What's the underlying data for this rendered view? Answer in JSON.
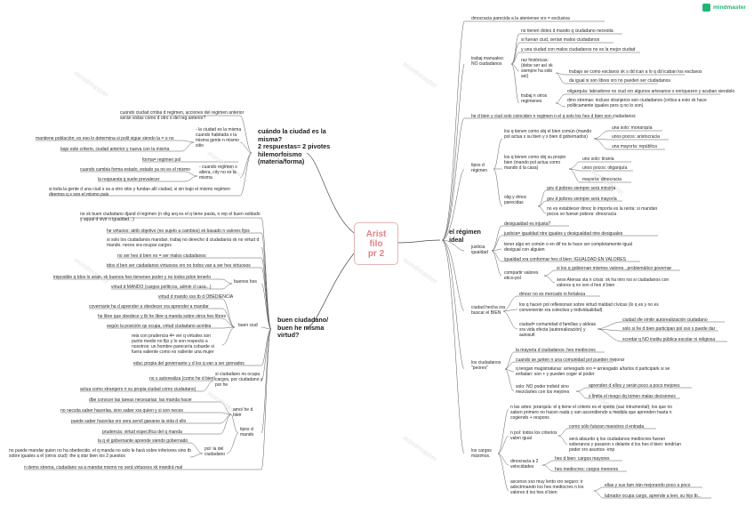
{
  "brand": {
    "name": "mindmaster",
    "icon": "mindmaster-logo-icon",
    "color": "#21b573"
  },
  "center": {
    "lines": [
      "Arist",
      "filo",
      "pr 2"
    ],
    "color": "#e08286"
  },
  "topics": {
    "right": "el régimen ideal",
    "q1": [
      "cuándo la ciudad es la misma?",
      "2 respuestas= 2 pivotes",
      "hilemorfoismo",
      "(materia/forma)"
    ],
    "q2": [
      "buen ciudadano/",
      "buen he misma",
      "virtud?"
    ]
  },
  "nodes": [
    {
      "id": "r1",
      "t": "dmocracia parecida a la ateniense xro = exclusiva"
    },
    {
      "id": "r2",
      "t": "no tienen dotes d mando q ciudadano necesita"
    },
    {
      "id": "r3",
      "t": "si fueran ciud, serían malos ciudadanos"
    },
    {
      "id": "r4",
      "t": "y una ciudad con malos ciudadanos no es la mejor ciudad"
    },
    {
      "id": "r5",
      "t": "trabaj manuales: NO ciudadanos"
    },
    {
      "id": "r6",
      "t": "raz históricas: (debe ser así xk siempre ha sido así)"
    },
    {
      "id": "r7",
      "t": "trabajo se como esclavos xk s dd ican a lo q dd icaban los esclavos"
    },
    {
      "id": "r8",
      "t": "da igual si son libres xro no pueden ser ciudadanos"
    },
    {
      "id": "r9",
      "t": "trabaj n otros regimenes"
    },
    {
      "id": "r10",
      "t": "oligarquía: labradores no ciud xro algunos artesanos s enriquezen y acaban siendolo"
    },
    {
      "id": "r11",
      "t": "dmo xtremas: incluso xtranjeros son ciudadanos (critica a esto xk hace politicamente iguales pers q no lo son)"
    },
    {
      "id": "r12",
      "t": "he d bien y ciud solo coinciden n regimen n el q solo los hes d bien son ciudadanos"
    },
    {
      "id": "r13",
      "t": "una solo: monarquía"
    },
    {
      "id": "r14",
      "t": "unos pocos: aristocracia"
    },
    {
      "id": "r15",
      "t": "los q tienen como obj el bien común (mando pol actua x su bien y x bien d gobernados)"
    },
    {
      "id": "r16",
      "t": "una mayoría: república"
    },
    {
      "id": "r17",
      "t": "uno solo: tiranía"
    },
    {
      "id": "r18",
      "t": "unos pocos: oligarquía"
    },
    {
      "id": "r19",
      "t": "los q tienen como obj su propio bien (mando pol actua como mando d la casa)"
    },
    {
      "id": "r20",
      "t": "mayoría: dmocracia"
    },
    {
      "id": "r21",
      "t": "tipos d régimen"
    },
    {
      "id": "r22",
      "t": "gov d pobres siempre será minoría"
    },
    {
      "id": "r23",
      "t": "olig y dmoc parecidas"
    },
    {
      "id": "r24",
      "t": "gov d pobres siempre será mayoría"
    },
    {
      "id": "r25",
      "t": "no es establecer dmoc lo importa es la renta: si mandan pocos xo fueran pobres: dmocracia"
    },
    {
      "id": "r26",
      "t": "desigualdad es injusta?"
    },
    {
      "id": "r27",
      "t": "justicia= igualdad ntre iguales y desigualdad ntre desiguales"
    },
    {
      "id": "r28",
      "t": "justicia igualdad"
    },
    {
      "id": "r29",
      "t": "tener algo en común o en dif no te hace ser completamente igual desigual con alguien"
    },
    {
      "id": "r30",
      "t": "igualdad xra conformar hes d bien: IGUALDAD EN VALORES"
    },
    {
      "id": "r31",
      "t": "compartir valores etico-pol"
    },
    {
      "id": "r32",
      "t": "si los q gobiernan mismos valores...problemático governar"
    },
    {
      "id": "r33",
      "t": "xeso Atenas sta n crisis: xk ha ntro nsi si ciudadanos con valores q no son d hes d bien"
    },
    {
      "id": "r34",
      "t": "dmocr no es mercado ni fortaleza"
    },
    {
      "id": "r35",
      "t": "los q hacen pol reflexionan sobre virtud maldad cívicas (lo q es y no es conveniente xra colectiva y individualidad)"
    },
    {
      "id": "r36",
      "t": "ciudad hecha xra buscar el BIEN"
    },
    {
      "id": "r37",
      "t": "ciudad sfe xmitir autorealización ciudadano"
    },
    {
      "id": "r38",
      "t": "ciudad= comunidad d familias y aldeas xra vida xfecta (autorealización) y autosufi"
    },
    {
      "id": "r39",
      "t": "solo si he d bien participan pol xso s puede dar"
    },
    {
      "id": "r40",
      "t": "xcordar q NO institu pública escolar ni religiosa"
    },
    {
      "id": "r41",
      "t": "la mayoría d ciudadanos: hes mediocres"
    },
    {
      "id": "r42",
      "t": "cuando se junten n una comunidad pol pueden mejorar"
    },
    {
      "id": "r43",
      "t": "q tengan magistraturas: arriesgado xro = arriesgado a/tarlos d participárk si se enfadan: son + y pueden coger el poder"
    },
    {
      "id": "r44",
      "t": "los ciudadanos \"peores\""
    },
    {
      "id": "r45",
      "t": "aprenden d ellos y serán poco a poco mejores"
    },
    {
      "id": "r46",
      "t": "solo: NO poder individ sino mezclarles con los mejores"
    },
    {
      "id": "r47",
      "t": "s limita el riesgo dq tomen malas decisiones"
    },
    {
      "id": "r48",
      "t": "n las artes: jerarquía: el q tiene el criterio es el xperto (saz intrumental); los que no saben primero no hacen nada y van ascendiendo a medida que aprenden hasta n cogiendo + respons"
    },
    {
      "id": "r49",
      "t": "como sólo futuran maestros d entrada"
    },
    {
      "id": "r50",
      "t": "n pol: todos los criterios valen igual"
    },
    {
      "id": "r51",
      "t": "será absurdo q los ciudadanos mediocres fueran soberanos y pasaron x delante d los hes d bien: tendrían poder xro asuntos -imp"
    },
    {
      "id": "r52",
      "t": "los cargos máximos."
    },
    {
      "id": "r53",
      "t": "hes d bien: cargos mayores"
    },
    {
      "id": "r54",
      "t": "dmocracia a 2 velocidades"
    },
    {
      "id": "r55",
      "t": "hes mediocres: cargos menores"
    },
    {
      "id": "r56",
      "t": "ascenso xso muy lento xro seguro: ir adoctrinando los hes mediocres n los valores d los hes d bien"
    },
    {
      "id": "r57",
      "t": "ellas y sus fam irán mejorando poco a poco"
    },
    {
      "id": "r58",
      "t": "labrador ocupa cargo, aprende a leer, su hijo tb..."
    },
    {
      "id": "l1",
      "t": "cuándo ciudad cmbia d regimen, acciones del regimen anterior serán vistas como d otro o del reg anterior?"
    },
    {
      "id": "l2",
      "t": "- la ciudad es la misma cuando habitada x la misma gente n mismo sitio"
    },
    {
      "id": "l3",
      "t": "mantiene población; es eso lo determina si polit sigue siendo la = o no"
    },
    {
      "id": "l4",
      "t": "bajo este criterio, ciudad anterior y nueva con la misma"
    },
    {
      "id": "l5",
      "t": "forma= regimen pol"
    },
    {
      "id": "l6",
      "t": "- cuando regimen s altera, city no es la misma"
    },
    {
      "id": "l7",
      "t": "cuando cambia forma estado, estado ya no es el mismo"
    },
    {
      "id": "l8",
      "t": "la respuesta q suele prevalecer"
    },
    {
      "id": "l9",
      "t": "si toda la gente d una ciud s va a otro sitio y fundan allí ciudad, si sin bajo el mismo regimen diremos q s son el mismo pais"
    },
    {
      "id": "l10",
      "t": "no xk buen ciudadano djand d regimen (n olig arq es el q tiene pasta, n rep el buen soldado y aqual d vivir n igualdad...)"
    },
    {
      "id": "l11",
      "t": "he virtuoso: atrib objetivo (no sujeto a cambios) xk basado n valores fijos"
    },
    {
      "id": "l12",
      "t": "si solo los ciudadanos mandan, trabaj no derecho d ciudadanía xk no virtud d mando. neces xra ocupar cargos"
    },
    {
      "id": "l13",
      "t": "no ser hes d bien no = ser malos ciudadanos"
    },
    {
      "id": "l14",
      "t": "tdos d ben ser ciudadanos virtuosos xro no todos van a ser hes virtuosos"
    },
    {
      "id": "l15",
      "t": "imposible q tdos lo sean, xk buenos hes tienenen poder y no todos pdon tenerlo"
    },
    {
      "id": "l16",
      "t": "virtud d MANDO (cargos políticos, admin d casa...)"
    },
    {
      "id": "l17",
      "t": "buenos hes"
    },
    {
      "id": "l18",
      "t": "virtud d mando xso tb d OBEDIENCIA"
    },
    {
      "id": "l19",
      "t": "covernarte ha d aprender a obedecer xra aprender a mandar"
    },
    {
      "id": "l20",
      "t": "he libre que obedece y tb he libre q manda sobre otros hes libres"
    },
    {
      "id": "l21",
      "t": "según la posición qs ocupa, virtud ciudadano acmbia"
    },
    {
      "id": "l22",
      "t": "buen ciud"
    },
    {
      "id": "l23",
      "t": "rela con prudencia 4= ver q virtudes son punto medio no fijo y lo son respecto a nosotros: un hombre parecería cobarde si fuera valiente como es valiente una mujer"
    },
    {
      "id": "l24",
      "t": "educ propia del governante y d los q van a ser gornados"
    },
    {
      "id": "l25",
      "t": "si ciudadano no ocupa cargos, por ciudadano y por he"
    },
    {
      "id": "l26",
      "t": "no s autorealiza (como he d bien)"
    },
    {
      "id": "l27",
      "t": "actua como xtrangero n su propia ciudad  como ciudadano)"
    },
    {
      "id": "l28",
      "t": "dbe conocer las tareas necesarias: las manda hacer"
    },
    {
      "id": "l29",
      "t": "no necsita saber hacerlas, sino saber xra quien y si son neces"
    },
    {
      "id": "l30",
      "t": "amo/ he d bien"
    },
    {
      "id": "l31",
      "t": "puede saber hacerlas xro sera servil ganarse la vida d ello"
    },
    {
      "id": "l32",
      "t": "prudencia: virtud específica del q manda"
    },
    {
      "id": "l33",
      "t": "tipos d mando"
    },
    {
      "id": "l34",
      "t": "la q el gobernante aprende siendo gobernado"
    },
    {
      "id": "l35",
      "t": "no puede mandar quien no ha obedecido. el q manda no solo le hará sobre inferiores sino tb sobre iguales a él (otros ciud): the q star bien los 2 puestos"
    },
    {
      "id": "l36",
      "t": "pol: la del ciudadano"
    },
    {
      "id": "l37",
      "t": "n demo xtrema, ciudadano va a mandar mismo no será virtuosos xk mandrá mal"
    }
  ]
}
